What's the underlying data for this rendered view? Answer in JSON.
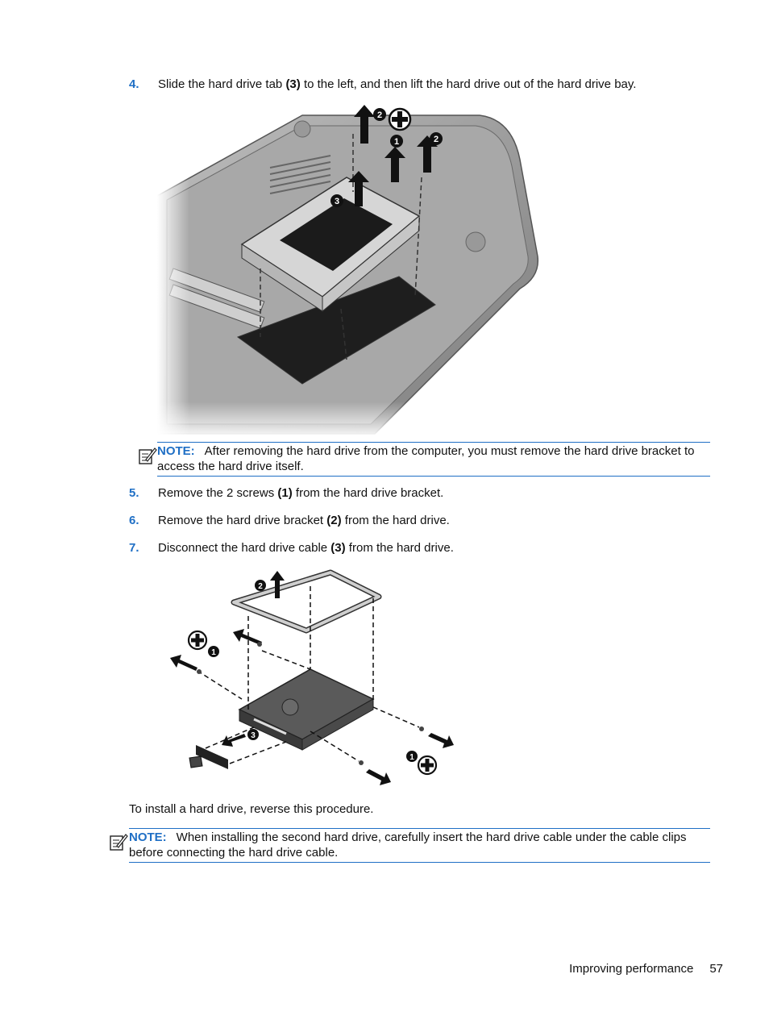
{
  "steps": [
    {
      "num": "4.",
      "pre": "Slide the hard drive tab ",
      "bold": "(3)",
      "post": " to the left, and then lift the hard drive out of the hard drive bay."
    },
    {
      "num": "5.",
      "pre": "Remove the 2 screws ",
      "bold": "(1)",
      "post": " from the hard drive bracket."
    },
    {
      "num": "6.",
      "pre": "Remove the hard drive bracket ",
      "bold": "(2)",
      "post": " from the hard drive."
    },
    {
      "num": "7.",
      "pre": "Disconnect the hard drive cable ",
      "bold": "(3)",
      "post": " from the hard drive."
    }
  ],
  "notes": [
    {
      "label": "NOTE:",
      "text": "After removing the hard drive from the computer, you must remove the hard drive bracket to access the hard drive itself."
    },
    {
      "label": "NOTE:",
      "text": "When installing the second hard drive, carefully insert the hard drive cable under the cable clips before connecting the hard drive cable."
    }
  ],
  "install_text": "To install a hard drive, reverse this procedure.",
  "callouts": {
    "one": "1",
    "two": "2",
    "three": "3"
  },
  "footer": {
    "section": "Improving performance",
    "page": "57"
  },
  "colors": {
    "accent": "#1f6fc5"
  }
}
